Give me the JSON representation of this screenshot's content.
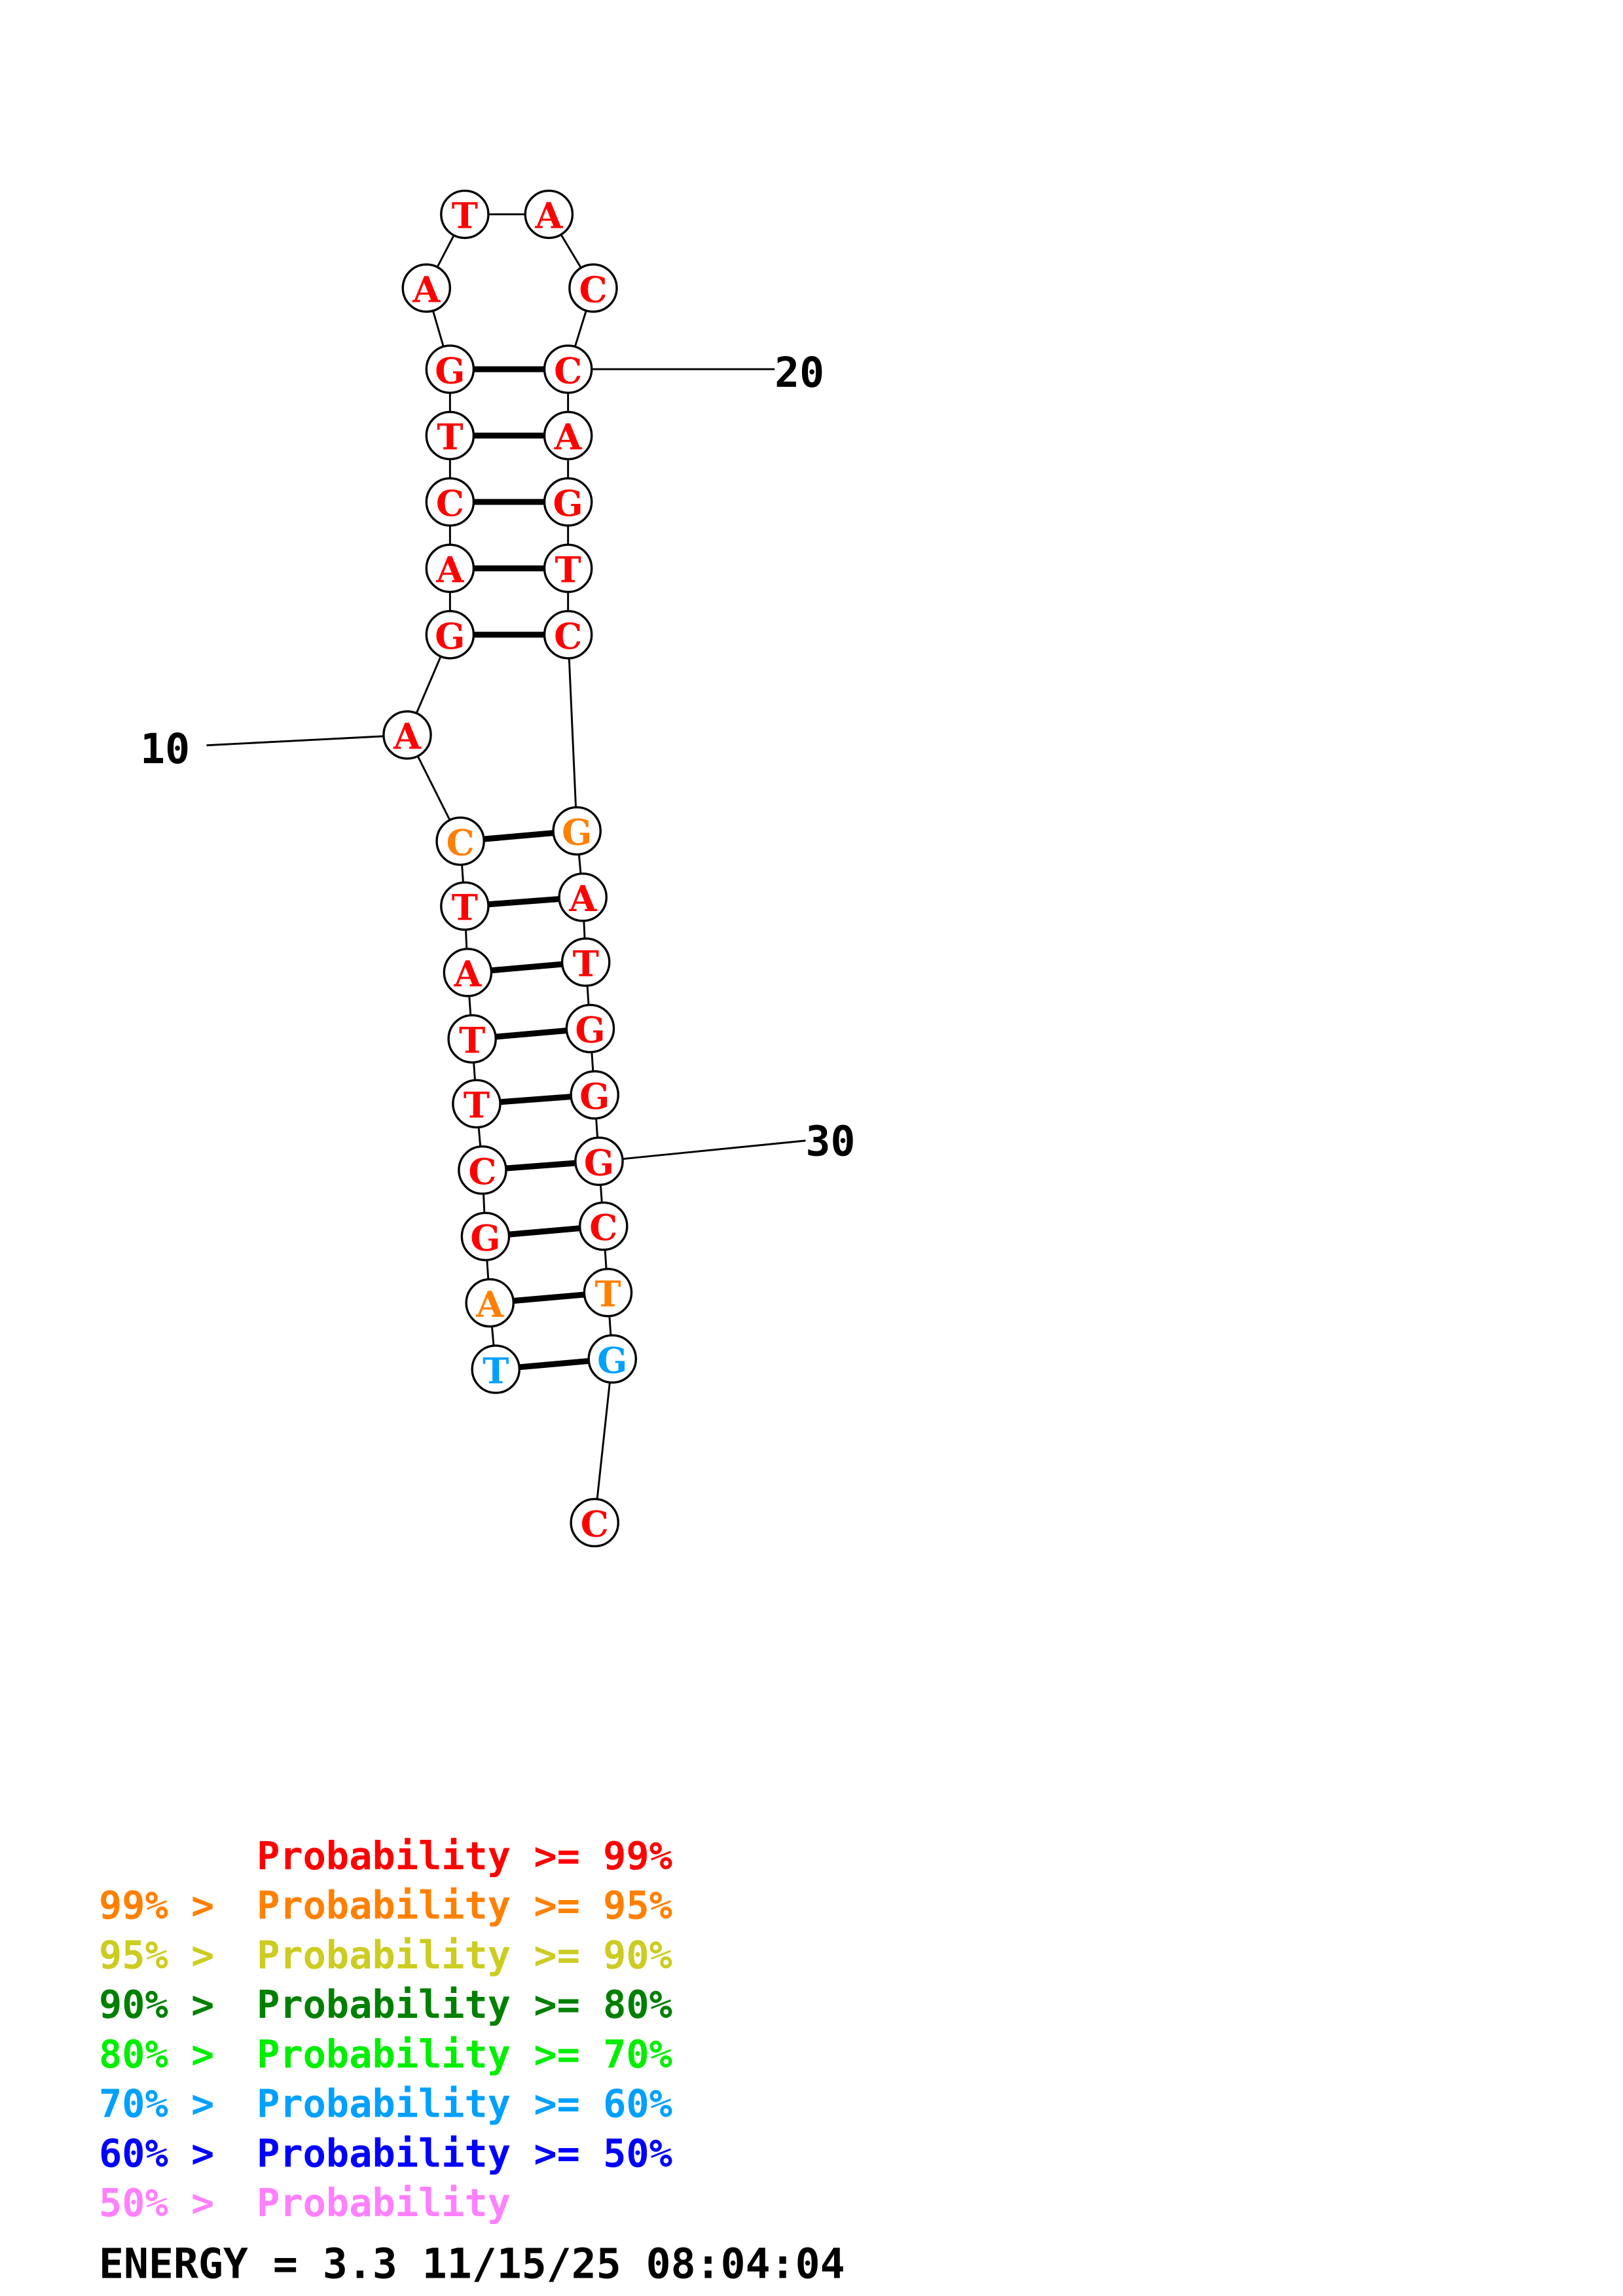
{
  "sequence": [
    "T",
    "A",
    "G",
    "C",
    "T",
    "T",
    "A",
    "T",
    "C",
    "A",
    "G",
    "A",
    "C",
    "T",
    "G",
    "A",
    "T",
    "A",
    "C",
    "C",
    "A",
    "G",
    "T",
    "C",
    "G",
    "A",
    "T",
    "G",
    "G",
    "G",
    "C",
    "T",
    "G",
    "C"
  ],
  "nucleotide_probability_class": [
    "p60",
    "p95",
    "p99",
    "p99",
    "p99",
    "p99",
    "p99",
    "p99",
    "p95",
    "p99",
    "p99",
    "p99",
    "p99",
    "p99",
    "p99",
    "p99",
    "p99",
    "p99",
    "p99",
    "p99",
    "p99",
    "p99",
    "p99",
    "p99",
    "p95",
    "p99",
    "p99",
    "p99",
    "p99",
    "p99",
    "p99",
    "p95",
    "p60",
    "p99"
  ],
  "base_pairs": [
    [
      1,
      33
    ],
    [
      2,
      32
    ],
    [
      3,
      31
    ],
    [
      4,
      30
    ],
    [
      5,
      29
    ],
    [
      6,
      28
    ],
    [
      7,
      27
    ],
    [
      8,
      26
    ],
    [
      9,
      25
    ],
    [
      11,
      24
    ],
    [
      12,
      23
    ],
    [
      13,
      22
    ],
    [
      14,
      21
    ],
    [
      15,
      20
    ]
  ],
  "position_labels": [
    {
      "index": 10,
      "text": "10"
    },
    {
      "index": 20,
      "text": "20"
    },
    {
      "index": 30,
      "text": "30"
    }
  ],
  "colors": {
    "p99": "#ff0000",
    "p95": "#ff8000",
    "p90": "#cccc22",
    "p80": "#008000",
    "p70": "#00ee00",
    "p60": "#00a0ff",
    "p50": "#0000ff",
    "p0": "#ff80ff"
  },
  "legend": [
    {
      "prefix": "    ",
      "text": "Probability >= 99%",
      "cls": "p99"
    },
    {
      "prefix": "99% > ",
      "text": "Probability >= 95%",
      "cls": "p95"
    },
    {
      "prefix": "95% > ",
      "text": "Probability >= 90%",
      "cls": "p90"
    },
    {
      "prefix": "90% > ",
      "text": "Probability >= 80%",
      "cls": "p80"
    },
    {
      "prefix": "80% > ",
      "text": "Probability >= 70%",
      "cls": "p70"
    },
    {
      "prefix": "70% > ",
      "text": "Probability >= 60%",
      "cls": "p60"
    },
    {
      "prefix": "60% > ",
      "text": "Probability >= 50%",
      "cls": "p50"
    },
    {
      "prefix": "50% > ",
      "text": "Probability",
      "cls": "p0"
    }
  ],
  "footer": "ENERGY = 3.3  11/15/25 08:04:04"
}
